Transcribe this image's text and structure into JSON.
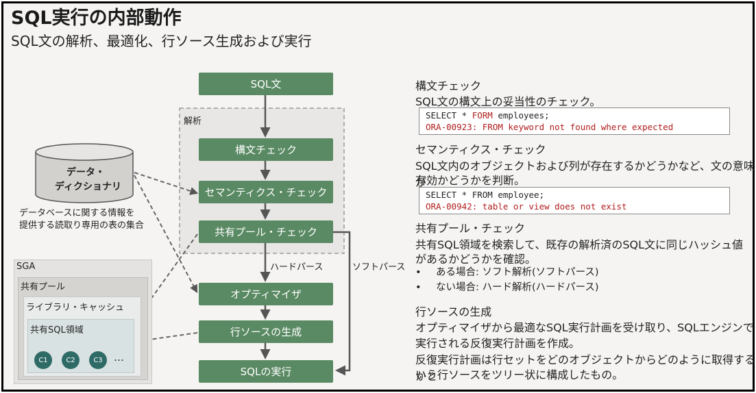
{
  "title": "SQL実行の内部動作",
  "subtitle": "SQL文の解析、最適化、行ソース生成および実行",
  "diagram": {
    "parse_label": "解析",
    "steps": {
      "sql": "SQL文",
      "syntax": "構文チェック",
      "semantic": "セマンティクス・チェック",
      "pool": "共有プール・チェック",
      "optimizer": "オプティマイザ",
      "rowsource": "行ソースの生成",
      "exec": "SQLの実行"
    },
    "hard_parse_label": "ハードパース",
    "soft_parse_label": "ソフトパース",
    "dictionary": {
      "line1": "データ・",
      "line2": "ディクショナリ",
      "desc1": "データベースに関する情報を",
      "desc2": "提供する読取り専用の表の集合"
    },
    "sga": {
      "label": "SGA",
      "shared_pool": "共有プール",
      "library_cache": "ライブラリ・キャッシュ",
      "shared_sql": "共有SQL領域",
      "items": [
        "C1",
        "C2",
        "C3"
      ],
      "more": "…"
    }
  },
  "details": {
    "syntax": {
      "heading": "構文チェック",
      "text": "SQL文の構文上の妥当性のチェック。",
      "code_pre": "SELECT * ",
      "code_err": "FORM",
      "code_post": " employees;",
      "error": "ORA-00923: FROM keyword not found where expected"
    },
    "semantic": {
      "heading": "セマンティクス・チェック",
      "text1": "SQL文内のオブジェクトおよび列が存在するかどうかなど、文の意味が",
      "text2": "有効かどうかを判断。",
      "code": "SELECT * FROM employee;",
      "error": "ORA-00942: table or view does not exist"
    },
    "pool": {
      "heading": "共有プール・チェック",
      "text1": "共有SQL領域を検索して、既存の解析済のSQL文に同じハッシュ値",
      "text2": "があるかどうかを確認。",
      "bullet1": "ある場合: ソフト解析(ソフトパース)",
      "bullet2": "ない場合: ハード解析(ハードパース)",
      "bullet_marker": "•"
    },
    "rowsource": {
      "heading": "行ソースの生成",
      "text1": "オプティマイザから最適なSQL実行計画を受け取り、SQLエンジンで",
      "text2": "実行される反復実行計画を作成。",
      "text3": "反復実行計画は行セットをどのオブジェクトからどのように取得するかと",
      "text4": "いう行ソースをツリー状に構成したもの。"
    }
  },
  "colors": {
    "step_fill": "#5a8a63",
    "circle_fill": "#2f6b66",
    "error_text": "#b01c1c"
  }
}
